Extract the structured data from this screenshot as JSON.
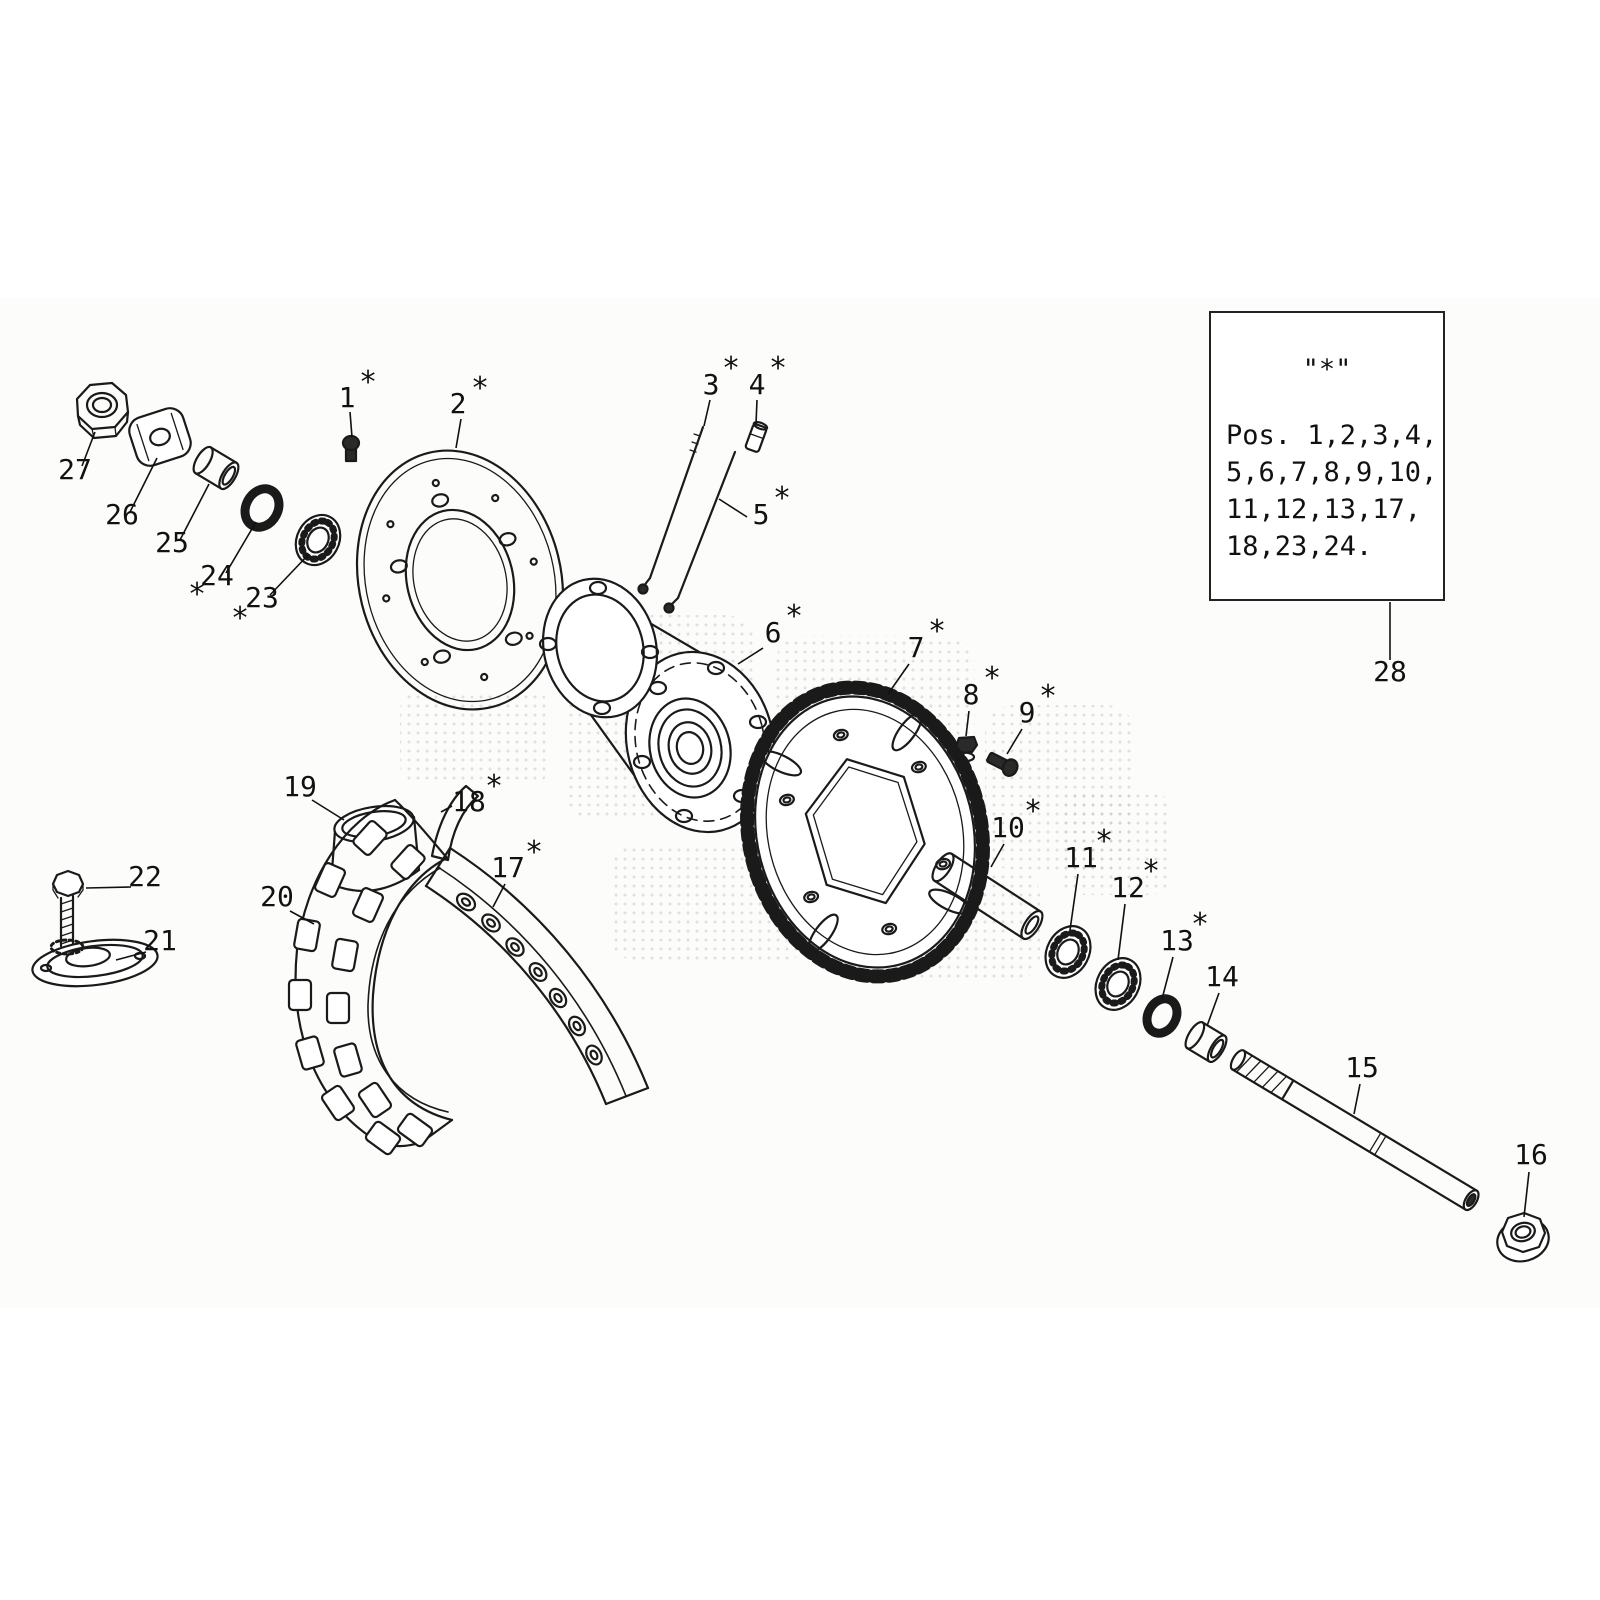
{
  "page": {
    "background": "#ffffff",
    "ink": "#1a1a1a"
  },
  "note_box": {
    "title": "\"*\"",
    "line1": "Pos. 1,2,3,4,",
    "line2": "5,6,7,8,9,10,",
    "line3": "11,12,13,17,",
    "line4": "18,23,24."
  },
  "labels": {
    "star": "*",
    "p1": "1",
    "p2": "2",
    "p3": "3",
    "p4": "4",
    "p5": "5",
    "p6": "6",
    "p7": "7",
    "p8": "8",
    "p9": "9",
    "p10": "10",
    "p11": "11",
    "p12": "12",
    "p13": "13",
    "p14": "14",
    "p15": "15",
    "p16": "16",
    "p17": "17",
    "p18": "18",
    "p19": "19",
    "p20": "20",
    "p21": "21",
    "p22": "22",
    "p23": "23",
    "p24": "24",
    "p25": "25",
    "p26": "26",
    "p27": "27",
    "p28": "28"
  }
}
